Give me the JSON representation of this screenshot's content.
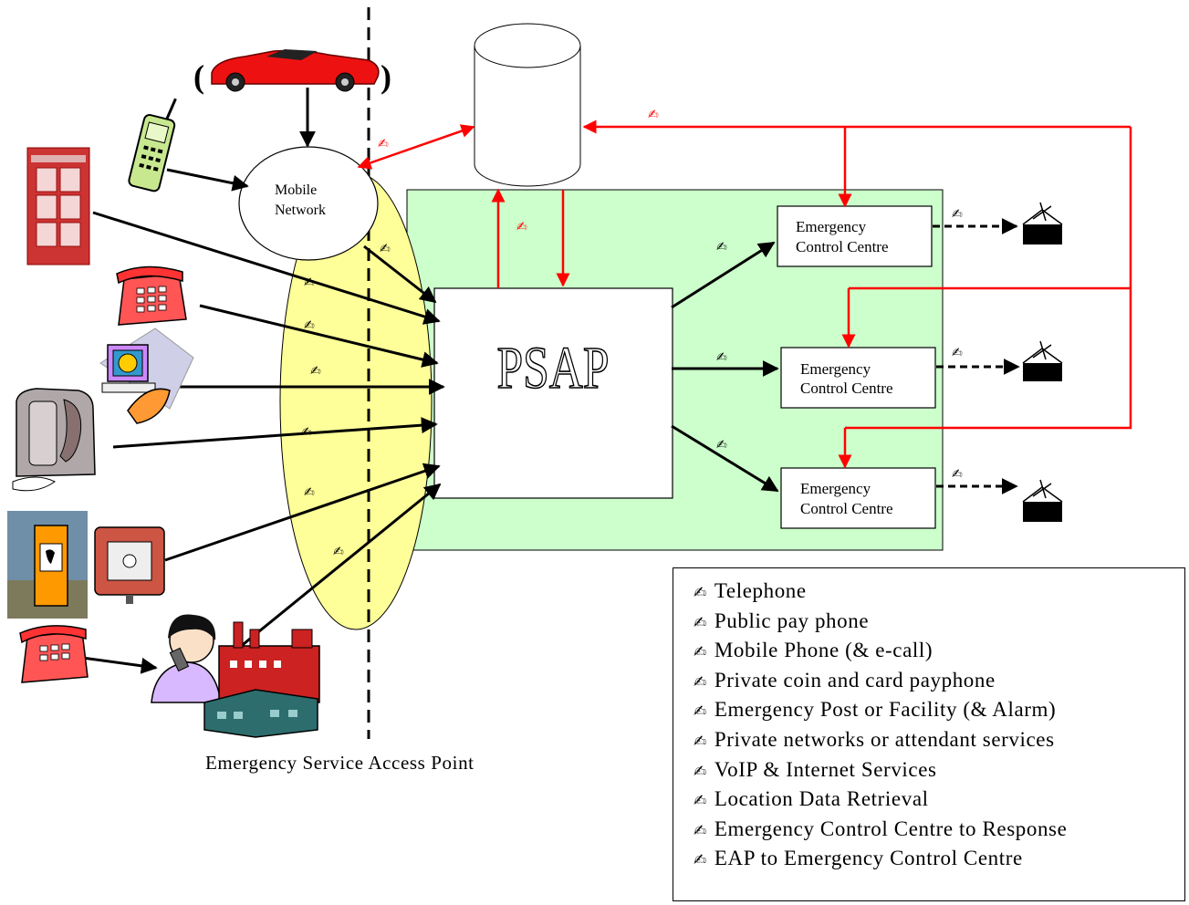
{
  "diagram": {
    "mobile_network_label": [
      "Mobile",
      "Network"
    ],
    "psap_label": "PSAP",
    "ecc_label": [
      "Emergency",
      "Control Centre"
    ],
    "access_point_caption": "Emergency Service Access Point",
    "pen_glyph": "✍",
    "colors": {
      "panel_green": "#ccffcc",
      "ellipse_yellow": "#ffff99",
      "data_link_red": "#ff0000",
      "flow_black": "#000000"
    },
    "icons": [
      "car-icon",
      "mobile-phone-icon",
      "phone-box-icon",
      "desk-phone-icon",
      "computer-icon",
      "payphone-icon",
      "emergency-post-icon",
      "alarm-button-icon",
      "operator-icon",
      "factory-icon",
      "database-icon",
      "response-vehicle-icon"
    ]
  },
  "legend": {
    "items": [
      "Telephone",
      "Public pay phone",
      "Mobile Phone (& e-call)",
      "Private coin and card payphone",
      "Emergency Post or Facility (& Alarm)",
      "Private networks or attendant services",
      "VoIP & Internet Services",
      "Location Data Retrieval",
      "Emergency Control Centre to Response",
      "EAP to Emergency Control Centre"
    ]
  }
}
